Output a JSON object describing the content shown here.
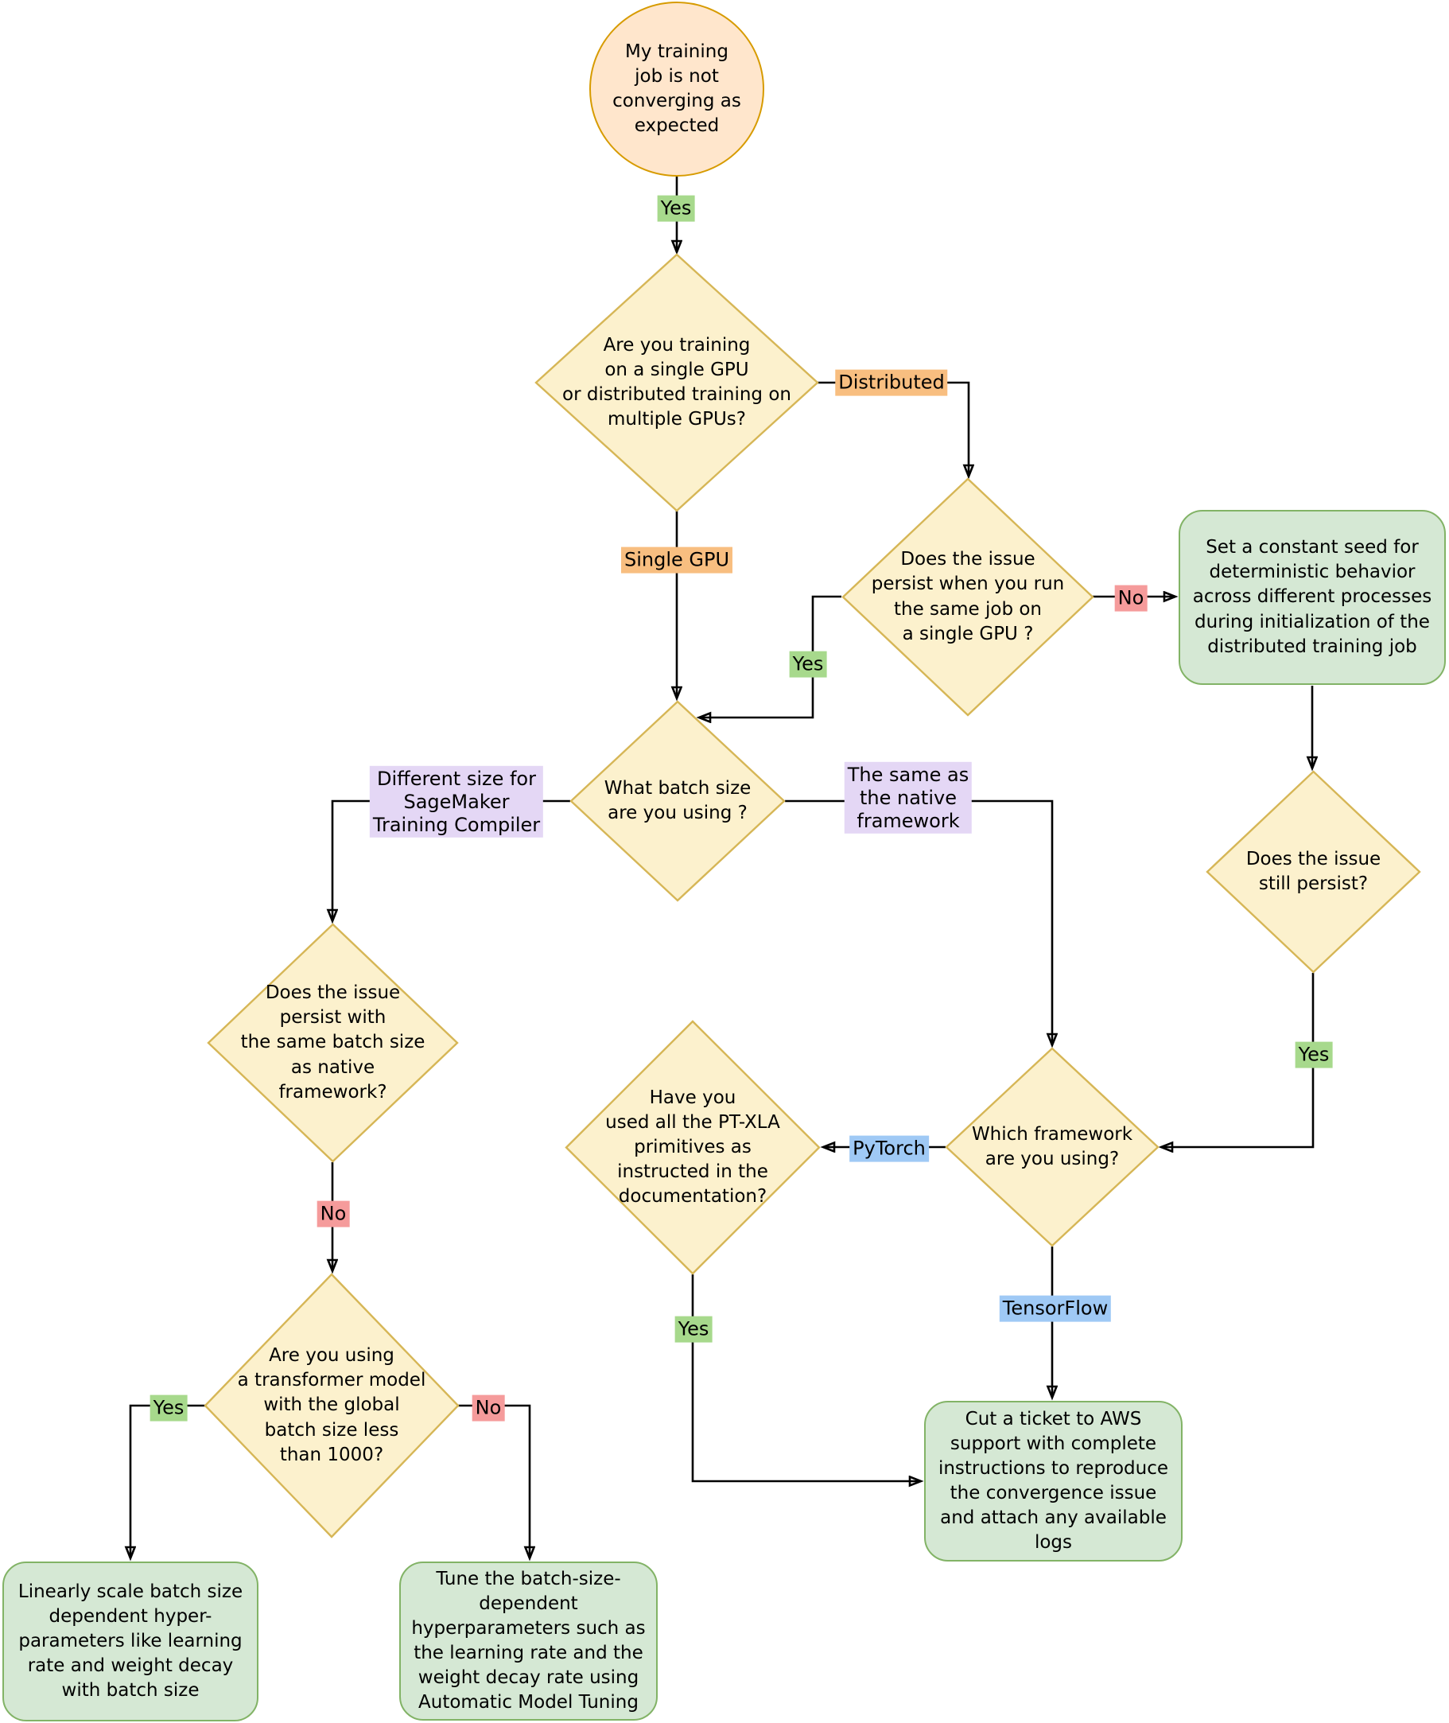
{
  "title": "Training job convergence troubleshooting flowchart",
  "palette": {
    "diamond_fill": "#FCF1CD",
    "diamond_stroke": "#D6B656",
    "circle_fill": "#FFE6CC",
    "circle_stroke": "#D79B00",
    "action_fill": "#D5E8D4",
    "action_stroke": "#82B366",
    "label_green": "#A7D98C",
    "label_red": "#F59B9B",
    "label_orange": "#F8BE80",
    "label_purple": "#E4D7F5",
    "label_blue": "#9FC9F5",
    "connector": "#000000"
  },
  "nodes": {
    "start": {
      "shape": "circle",
      "text": "My training\njob is not\nconverging as\nexpected"
    },
    "q_gpu": {
      "shape": "diamond",
      "text": "Are you training\non a single GPU\nor distributed training on\nmultiple GPUs?"
    },
    "q_persist_single": {
      "shape": "diamond",
      "text": "Does the issue\npersist when you run\nthe same job on\na single GPU ?"
    },
    "set_seed": {
      "shape": "action",
      "text": "Set a constant seed for\ndeterministic behavior\nacross different processes\nduring initialization of the\ndistributed training job"
    },
    "q_still_persist": {
      "shape": "diamond",
      "text": "Does the issue\nstill persist?"
    },
    "q_batch": {
      "shape": "diamond",
      "text": "What batch size\nare you using ?"
    },
    "q_same_batch": {
      "shape": "diamond",
      "text": "Does the issue\npersist with\nthe same batch size\nas native\nframework?"
    },
    "q_transformer": {
      "shape": "diamond",
      "text": "Are you using\na transformer model\nwith the global\nbatch size less\nthan 1000?"
    },
    "q_ptxla": {
      "shape": "diamond",
      "text": "Have you\nused all the PT-XLA\nprimitives as\ninstructed in the\ndocumentation?"
    },
    "q_framework": {
      "shape": "diamond",
      "text": "Which framework\nare you using?"
    },
    "linear_scale": {
      "shape": "action",
      "text": "Linearly scale batch size\ndependent hyper-\nparameters like learning\nrate and weight decay\nwith batch size"
    },
    "tune_hp": {
      "shape": "action",
      "text": "Tune the batch-size-\ndependent\nhyperparameters such as\nthe learning rate and the\nweight decay rate using\nAutomatic Model Tuning"
    },
    "cut_ticket": {
      "shape": "action",
      "text": "Cut a ticket to AWS\nsupport with complete\ninstructions to reproduce\nthe convergence issue\nand attach any available\nlogs"
    }
  },
  "edge_labels": {
    "yes_start": {
      "text": "Yes",
      "color": "green"
    },
    "distributed": {
      "text": "Distributed",
      "color": "orange"
    },
    "single_gpu": {
      "text": "Single GPU",
      "color": "orange"
    },
    "no_persist": {
      "text": "No",
      "color": "red"
    },
    "yes_persist": {
      "text": "Yes",
      "color": "green"
    },
    "diff_size": {
      "text": "Different size for\nSageMaker\nTraining Compiler",
      "color": "purple"
    },
    "same_as_native": {
      "text": "The same as\nthe native\nframework",
      "color": "purple"
    },
    "yes_still": {
      "text": "Yes",
      "color": "green"
    },
    "pytorch": {
      "text": "PyTorch",
      "color": "blue"
    },
    "tensorflow": {
      "text": "TensorFlow",
      "color": "blue"
    },
    "yes_ptxla": {
      "text": "Yes",
      "color": "green"
    },
    "no_same_batch": {
      "text": "No",
      "color": "red"
    },
    "yes_transformer": {
      "text": "Yes",
      "color": "green"
    },
    "no_transformer": {
      "text": "No",
      "color": "red"
    }
  }
}
